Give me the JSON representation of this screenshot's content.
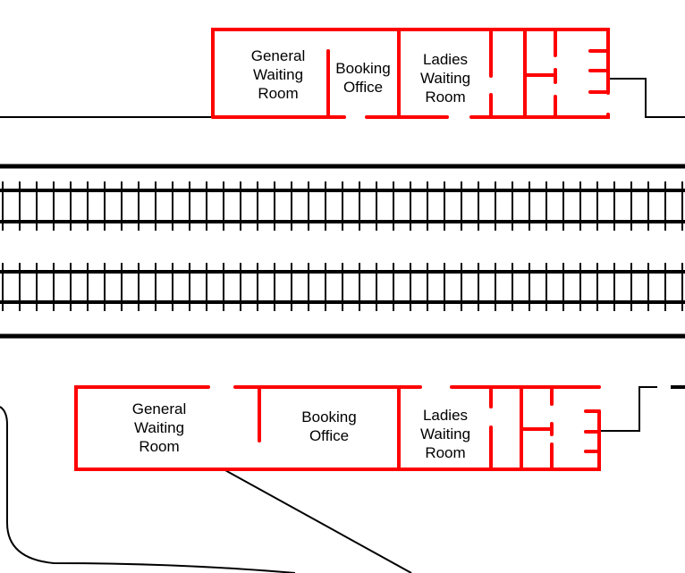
{
  "colors": {
    "walls": "#ff0000",
    "lines": "#000000"
  },
  "top_building": {
    "general_waiting": [
      "General",
      "Waiting",
      "Room"
    ],
    "booking_office": [
      "Booking",
      "Office"
    ],
    "ladies_waiting": [
      "Ladies",
      "Waiting",
      "Room"
    ]
  },
  "bottom_building": {
    "general_waiting": [
      "General",
      "Waiting",
      "Room"
    ],
    "booking_office": [
      "Booking",
      "Office"
    ],
    "ladies_waiting": [
      "Ladies",
      "Waiting",
      "Room"
    ]
  }
}
